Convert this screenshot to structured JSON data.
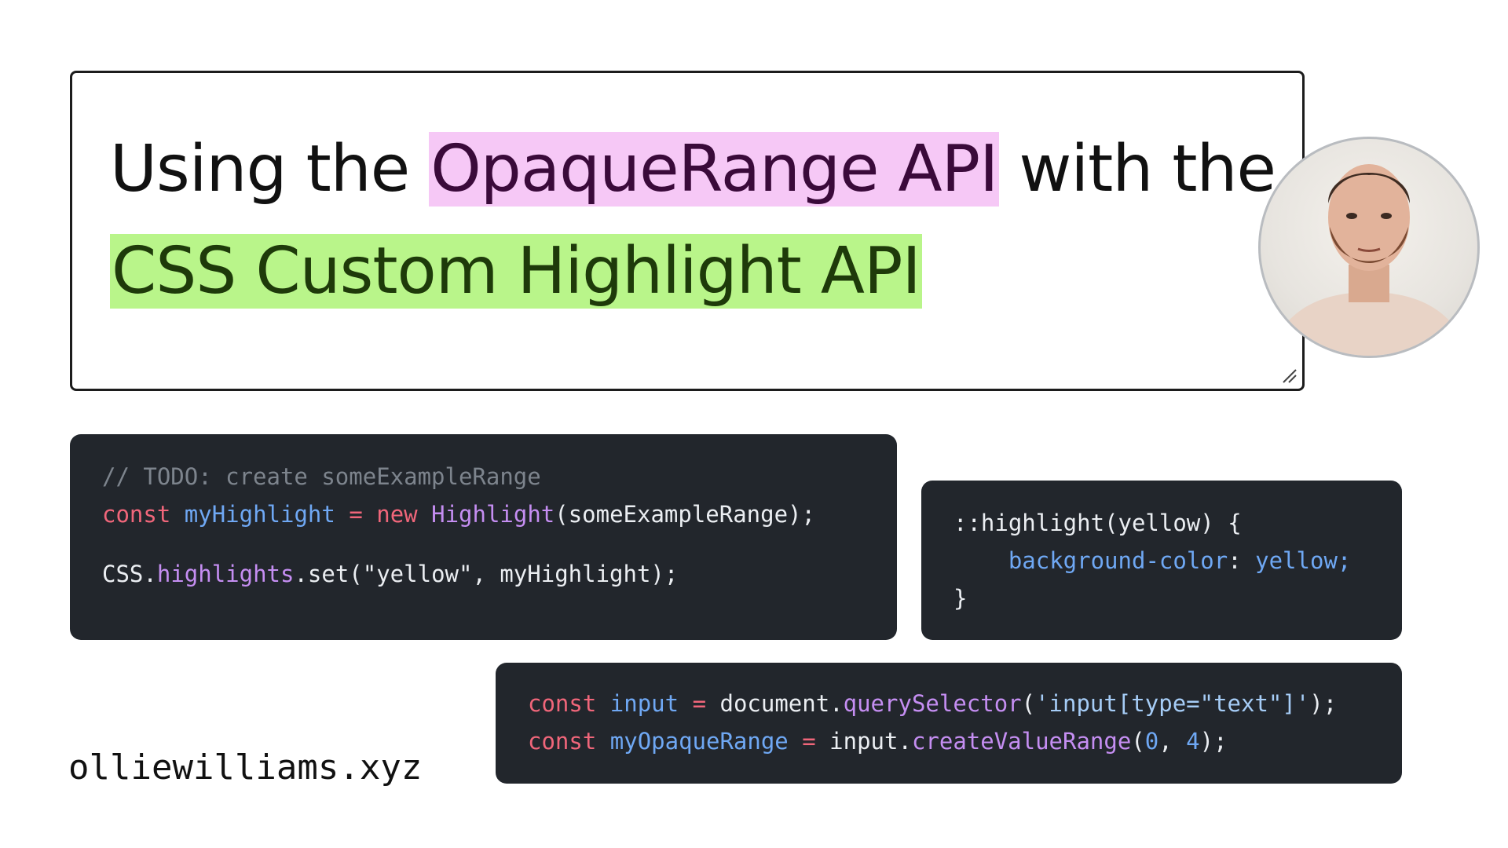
{
  "title": {
    "before": "Using the ",
    "highlight_1": "OpaqueRange API",
    "middle": " with the",
    "highlight_2": "CSS Custom Highlight API"
  },
  "colors": {
    "highlight_pink": "#f6c8f6",
    "highlight_green": "#b9f58a",
    "code_bg": "#22262c",
    "keyword": "#f0667a",
    "identifier": "#6fa8f4",
    "function": "#c58ef2",
    "comment": "#7d848d"
  },
  "avatar": {
    "icon": "presenter-avatar"
  },
  "code_block_1": {
    "comment": "// TODO: create someExampleRange",
    "l2_kw": "const",
    "l2_var": "myHighlight",
    "l2_eq": "=",
    "l2_new": "new",
    "l2_fn": "Highlight",
    "l2_rest": "(someExampleRange);",
    "l3_obj": "CSS",
    "l3_dot": ".",
    "l3_prop": "highlights",
    "l3_rest": ".set(\"yellow\", myHighlight);"
  },
  "code_block_2": {
    "selector": "::highlight(yellow) {",
    "prop": "background-color",
    "colon": ":",
    "value": "yellow;",
    "close": "}"
  },
  "code_block_3": {
    "l1_kw": "const",
    "l1_var": "input",
    "l1_eq": "=",
    "l1_obj": "document.",
    "l1_fn": "querySelector",
    "l1_open": "(",
    "l1_str": "'input[type=\"text\"]'",
    "l1_close": ");",
    "l2_kw": "const",
    "l2_var": "myOpaqueRange",
    "l2_eq": "=",
    "l2_obj": "input.",
    "l2_fn": "createValueRange",
    "l2_open": "(",
    "l2_num1": "0",
    "l2_sep": ", ",
    "l2_num2": "4",
    "l2_close": ");"
  },
  "site": "olliewilliams.xyz"
}
